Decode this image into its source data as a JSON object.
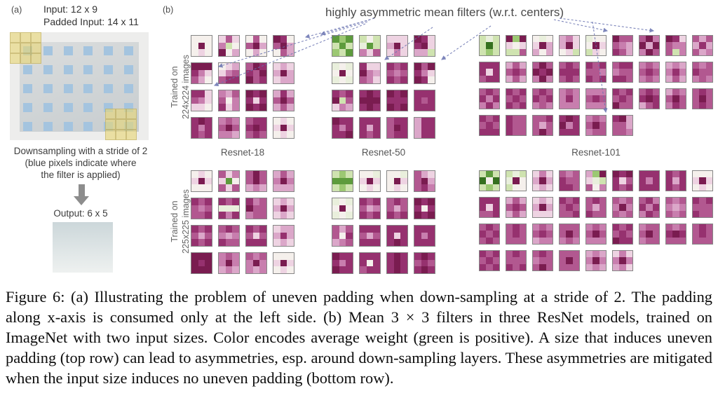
{
  "panel_a": {
    "label": "(a)",
    "input_label": "Input: 12 x 9",
    "padded_label": "Padded Input: 14 x 11",
    "downsample_caption_lines": [
      "Downsampling with a stride of 2",
      "(blue pixels indicate where",
      "the filter is applied)"
    ],
    "output_label": "Output: 6 x 5",
    "grid": {
      "cols": 6,
      "rows": 5
    },
    "colors": {
      "padded_bg": "#ededec",
      "input_bg": "#cdd2d4",
      "stride_square": "#a4c4df",
      "filter_window": "#e9d776",
      "output_top": "#ccd7da",
      "output_bottom": "#eef1f0"
    }
  },
  "panel_b": {
    "label": "(b)",
    "annotation": "highly asymmetric mean filters (w.r.t. centers)",
    "arrow_color": "#6872b0",
    "palette": [
      "#7a1c50",
      "#96316f",
      "#b25890",
      "#c87eae",
      "#dba7c9",
      "#eed3e2",
      "#f5f0ec",
      "#e9efdc",
      "#cfe3b0",
      "#9cc873",
      "#5d9b3d",
      "#35701f"
    ],
    "row_labels": [
      [
        "Trained on",
        "224x224 images"
      ],
      [
        "Trained on",
        "225x225 images"
      ]
    ],
    "models": [
      "Resnet-18",
      "Resnet-50",
      "Resnet-101"
    ],
    "panels": [
      {
        "model": "Resnet-18",
        "trained_on": "224x224",
        "cols": 4,
        "filters": [
          "666606656",
          "525386064",
          "626204646",
          "016204624",
          "000135246",
          "654532211",
          "201120021",
          "545404544",
          "115235556",
          "342263153",
          "010151010",
          "414202424",
          "101131121",
          "323202334",
          "211101212",
          "656505656"
        ]
      },
      {
        "model": "Resnet-50",
        "trained_on": "224x224",
        "cols": 4,
        "filters": [
          "a9a8a898a",
          "8687a8352",
          "555405535",
          "015105448",
          "767606767",
          "155034235",
          "121232121",
          "020135016",
          "121082534",
          "101000101",
          "010111010",
          "111121111",
          "011131110",
          "111141121",
          "211201211",
          "411411411"
        ]
      },
      {
        "model": "Resnet-101",
        "trained_on": "224x224",
        "cols": 9,
        "filters": [
          "8788b8898",
          "090565882",
          "676504464",
          "435405658",
          "766605856",
          "022234124",
          "203040302",
          "015233283",
          "242414243",
          "111151211",
          "424212424",
          "202010303",
          "212111212",
          "121223121",
          "211322112",
          "323212323",
          "434313424",
          "232122323",
          "212131313",
          "121212121",
          "212121323",
          "323313333",
          "333212333",
          "121212022",
          "212101421",
          "423202312",
          "212202212",
          "121212111",
          "122122122",
          "221242202",
          "101031111",
          "323202322",
          "104224223"
        ]
      },
      {
        "model": "Resnet-18",
        "trained_on": "225x225",
        "cols": 4,
        "filters": [
          "656505666",
          "2535a6252",
          "202202434",
          "424303444",
          "121232221",
          "121777131",
          "132022322",
          "545404545",
          "121242121",
          "212343122",
          "121252111",
          "544414545",
          "000010000",
          "323303434",
          "232303343",
          "666505656"
        ]
      },
      {
        "model": "Resnet-50",
        "trained_on": "225x225",
        "cols": 4,
        "filters": [
          "898aaa898",
          "667505656",
          "667605656",
          "245204213",
          "767606767",
          "121243121",
          "212242121",
          "010161010",
          "242261432",
          "111242111",
          "111151101",
          "111131111",
          "011131011",
          "111161211",
          "101101101",
          "101212101"
        ]
      },
      {
        "model": "Resnet-101",
        "trained_on": "225x225",
        "cols": 9,
        "filters": [
          "8a8b6b898",
          "878706866",
          "535404545",
          "232122112",
          "490578263",
          "010152121",
          "111131111",
          "121141121",
          "666505656",
          "111151221",
          "424212424",
          "545404555",
          "121212221",
          "212242122",
          "232303232",
          "213131312",
          "232343232",
          "121222122",
          "212121212",
          "212212222",
          "323212433",
          "222202323",
          "323202333",
          "121212011",
          "322202322",
          "232101222",
          "212212222",
          "121212121",
          "212222121",
          "212322202",
          "222202222",
          "434303434",
          "535303435"
        ]
      }
    ],
    "arrows": [
      [
        524,
        31,
        312,
        95
      ],
      [
        521,
        34,
        306,
        122
      ],
      [
        528,
        28,
        436,
        53
      ],
      [
        534,
        26,
        458,
        49
      ],
      [
        617,
        39,
        549,
        85
      ],
      [
        700,
        37,
        630,
        85
      ],
      [
        790,
        28,
        866,
        44
      ],
      [
        798,
        26,
        932,
        44
      ],
      [
        845,
        31,
        864,
        160
      ]
    ]
  },
  "caption": {
    "text": "Figure 6: (a) Illustrating the problem of uneven padding when down-sampling at a stride of 2. The padding along x-axis is consumed only at the left side. (b) Mean 3 × 3 filters in three ResNet models, trained on ImageNet with two input sizes. Color encodes average weight (green is positive). A size that induces uneven padding (top row) can lead to asymmetries, esp. around down-sampling layers. These asymmetries are mitigated when the input size induces no uneven padding (bottom row)."
  }
}
